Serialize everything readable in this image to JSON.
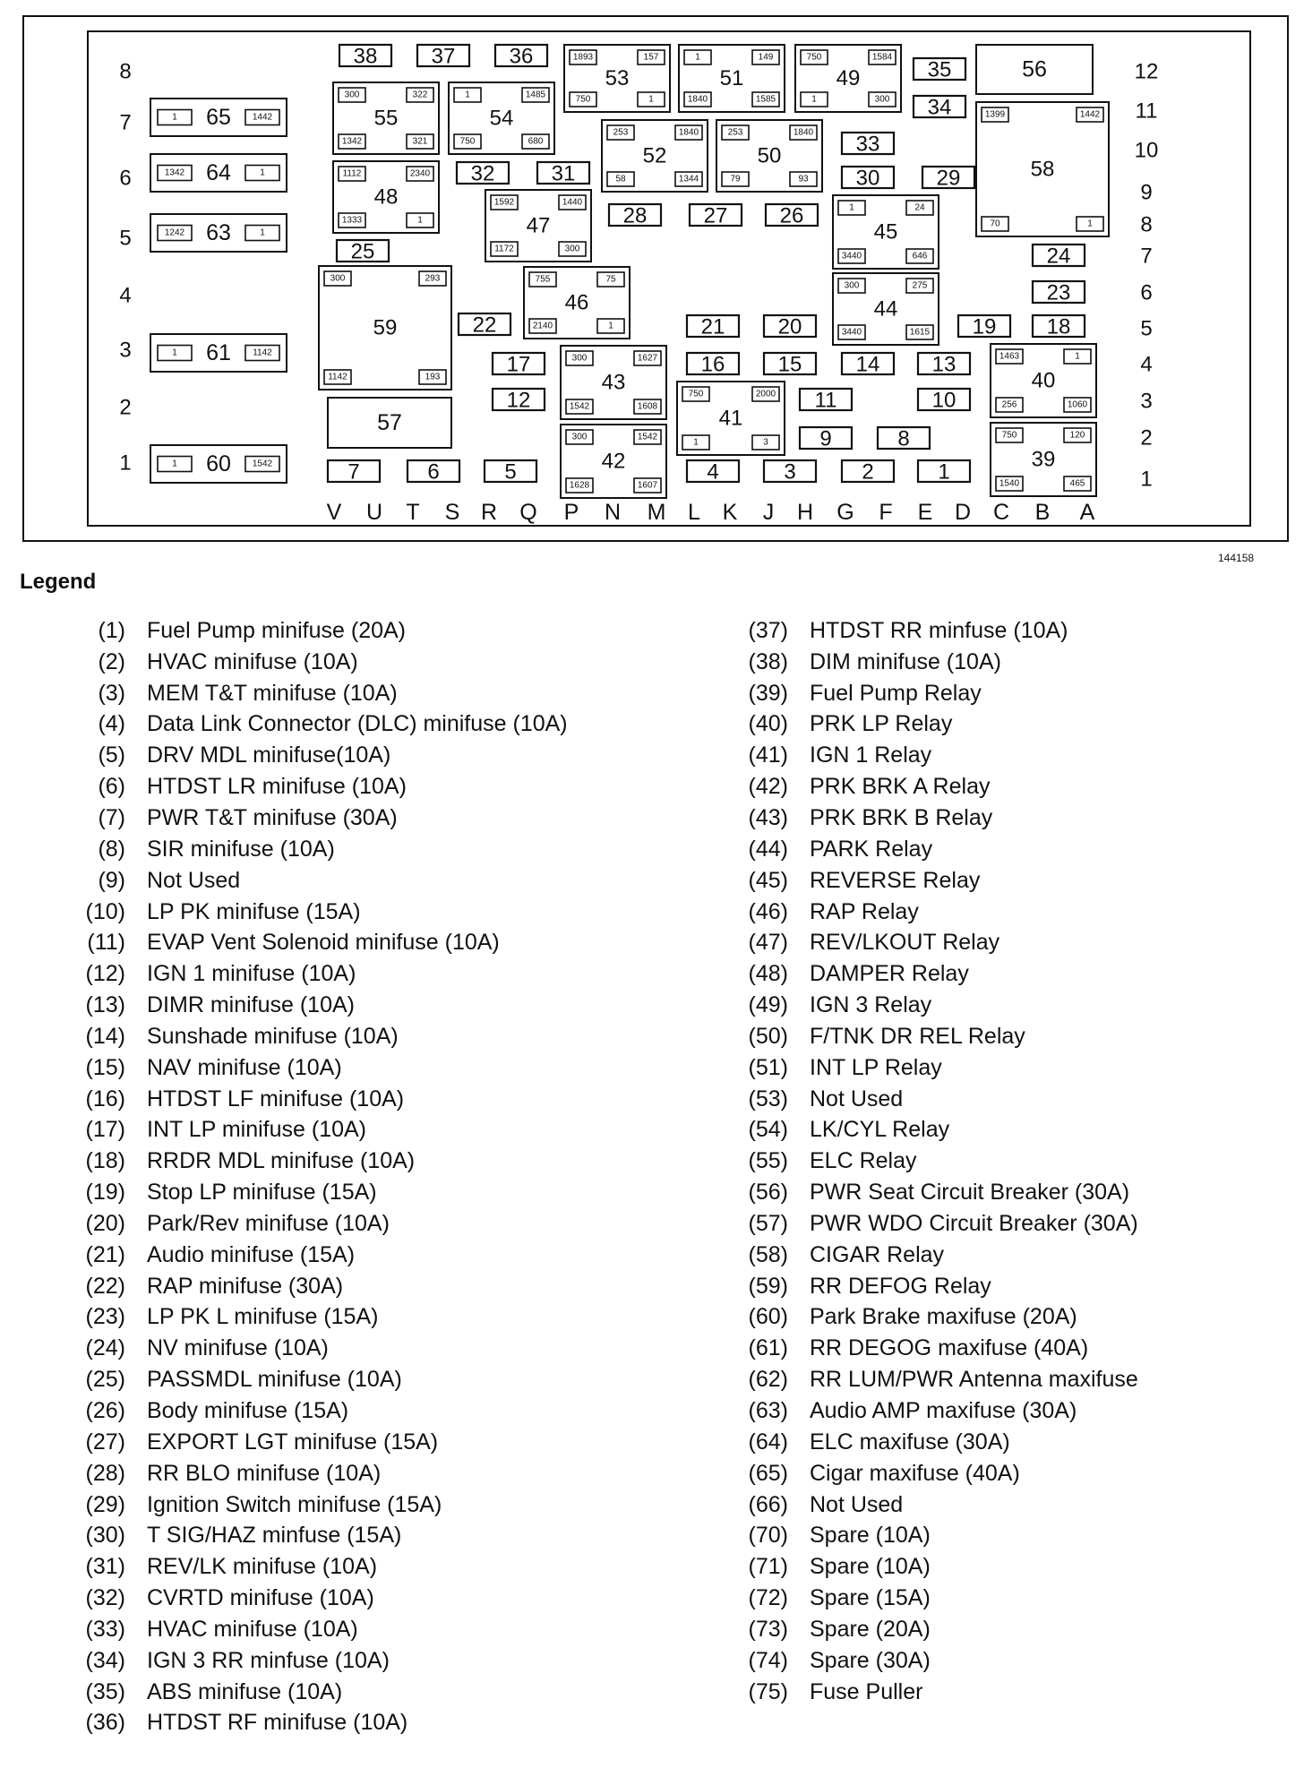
{
  "figure_id": "144158",
  "legend_title": "Legend",
  "row_labels_left": [
    "8",
    "7",
    "6",
    "5",
    "4",
    "3",
    "2",
    "1"
  ],
  "row_labels_right": [
    "12",
    "11",
    "10",
    "9",
    "8",
    "7",
    "6",
    "5",
    "4",
    "3",
    "2",
    "1"
  ],
  "column_labels": [
    "V",
    "U",
    "T",
    "S",
    "R",
    "Q",
    "P",
    "N",
    "M",
    "L",
    "K",
    "J",
    "H",
    "G",
    "F",
    "E",
    "D",
    "C",
    "B",
    "A"
  ],
  "relay_blocks": [
    {
      "id": "53",
      "corners": [
        "1893",
        "157",
        "750",
        "1"
      ]
    },
    {
      "id": "51",
      "corners": [
        "1",
        "149",
        "1840",
        "1585"
      ]
    },
    {
      "id": "49",
      "corners": [
        "750",
        "1584",
        "1",
        "300"
      ]
    },
    {
      "id": "55",
      "corners": [
        "300",
        "322",
        "1342",
        "321"
      ]
    },
    {
      "id": "54",
      "corners": [
        "1",
        "1485",
        "750",
        "680"
      ]
    },
    {
      "id": "52",
      "corners": [
        "253",
        "1840",
        "58",
        "1344"
      ]
    },
    {
      "id": "50",
      "corners": [
        "253",
        "1840",
        "79",
        "93"
      ]
    },
    {
      "id": "48",
      "corners": [
        "1112",
        "2340",
        "1333",
        "1"
      ]
    },
    {
      "id": "47",
      "corners": [
        "1592",
        "1440",
        "1172",
        "300"
      ]
    },
    {
      "id": "45",
      "corners": [
        "1",
        "24",
        "3440",
        "646"
      ]
    },
    {
      "id": "58",
      "corners": [
        "1399",
        "1442",
        "70",
        "1"
      ]
    },
    {
      "id": "46",
      "corners": [
        "755",
        "75",
        "2140",
        "1"
      ]
    },
    {
      "id": "44",
      "corners": [
        "300",
        "275",
        "3440",
        "1615"
      ]
    },
    {
      "id": "59",
      "corners": [
        "300",
        "293",
        "1142",
        "193"
      ]
    },
    {
      "id": "43",
      "corners": [
        "300",
        "1627",
        "1542",
        "1608"
      ]
    },
    {
      "id": "41",
      "corners": [
        "750",
        "2000",
        "1",
        "3"
      ]
    },
    {
      "id": "42",
      "corners": [
        "300",
        "1542",
        "1628",
        "1607"
      ]
    },
    {
      "id": "40",
      "corners": [
        "1463",
        "1",
        "256",
        "1060"
      ]
    },
    {
      "id": "39",
      "corners": [
        "750",
        "120",
        "1540",
        "465"
      ]
    }
  ],
  "maxi_fuses": [
    {
      "id": "65",
      "left": "1",
      "right": "1442"
    },
    {
      "id": "64",
      "left": "1342",
      "right": "1"
    },
    {
      "id": "63",
      "left": "1242",
      "right": "1"
    },
    {
      "id": "61",
      "left": "1",
      "right": "1142"
    },
    {
      "id": "60",
      "left": "1",
      "right": "1542"
    }
  ],
  "mini_fuses": [
    "38",
    "37",
    "36",
    "35",
    "34",
    "33",
    "32",
    "31",
    "30",
    "29",
    "28",
    "27",
    "26",
    "25",
    "24",
    "23",
    "22",
    "21",
    "20",
    "19",
    "18",
    "17",
    "16",
    "15",
    "14",
    "13",
    "12",
    "11",
    "10",
    "9",
    "8",
    "7",
    "6",
    "5",
    "4",
    "3",
    "2",
    "1"
  ],
  "breakers": [
    "56",
    "57"
  ],
  "legend": [
    {
      "num": "(1)",
      "label": "Fuel Pump minifuse (20A)"
    },
    {
      "num": "(2)",
      "label": "HVAC minifuse (10A)"
    },
    {
      "num": "(3)",
      "label": "MEM T&T minifuse (10A)"
    },
    {
      "num": "(4)",
      "label": "Data Link Connector (DLC) minifuse (10A)"
    },
    {
      "num": "(5)",
      "label": "DRV MDL minifuse(10A)"
    },
    {
      "num": "(6)",
      "label": "HTDST LR minifuse (10A)"
    },
    {
      "num": "(7)",
      "label": "PWR T&T minifuse (30A)"
    },
    {
      "num": "(8)",
      "label": "SIR minifuse (10A)"
    },
    {
      "num": "(9)",
      "label": "Not Used"
    },
    {
      "num": "(10)",
      "label": "LP PK minifuse (15A)"
    },
    {
      "num": "(11)",
      "label": "EVAP Vent Solenoid minifuse (10A)"
    },
    {
      "num": "(12)",
      "label": "IGN 1 minifuse (10A)"
    },
    {
      "num": "(13)",
      "label": "DIMR minifuse (10A)"
    },
    {
      "num": "(14)",
      "label": "Sunshade minifuse (10A)"
    },
    {
      "num": "(15)",
      "label": "NAV minifuse (10A)"
    },
    {
      "num": "(16)",
      "label": "HTDST LF minifuse (10A)"
    },
    {
      "num": "(17)",
      "label": "INT LP minifuse (10A)"
    },
    {
      "num": "(18)",
      "label": "RRDR MDL minifuse (10A)"
    },
    {
      "num": "(19)",
      "label": "Stop LP minifuse (15A)"
    },
    {
      "num": "(20)",
      "label": "Park/Rev minifuse (10A)"
    },
    {
      "num": "(21)",
      "label": "Audio minifuse (15A)"
    },
    {
      "num": "(22)",
      "label": "RAP minifuse (30A)"
    },
    {
      "num": "(23)",
      "label": "LP PK L minifuse (15A)"
    },
    {
      "num": "(24)",
      "label": "NV minifuse (10A)"
    },
    {
      "num": "(25)",
      "label": "PASSMDL minifuse (10A)"
    },
    {
      "num": "(26)",
      "label": "Body minifuse (15A)"
    },
    {
      "num": "(27)",
      "label": "EXPORT LGT minifuse (15A)"
    },
    {
      "num": "(28)",
      "label": "RR BLO minifuse (10A)"
    },
    {
      "num": "(29)",
      "label": "Ignition Switch minifuse (15A)"
    },
    {
      "num": "(30)",
      "label": "T SIG/HAZ minfuse (15A)"
    },
    {
      "num": "(31)",
      "label": "REV/LK minifuse (10A)"
    },
    {
      "num": "(32)",
      "label": "CVRTD minifuse (10A)"
    },
    {
      "num": "(33)",
      "label": "HVAC minifuse (10A)"
    },
    {
      "num": "(34)",
      "label": "IGN 3 RR minfuse (10A)"
    },
    {
      "num": "(35)",
      "label": "ABS minifuse (10A)"
    },
    {
      "num": "(36)",
      "label": "HTDST RF minifuse (10A)"
    },
    {
      "num": "(37)",
      "label": "HTDST RR minfuse (10A)"
    },
    {
      "num": "(38)",
      "label": "DIM minifuse (10A)"
    },
    {
      "num": "(39)",
      "label": "Fuel Pump Relay"
    },
    {
      "num": "(40)",
      "label": "PRK LP Relay"
    },
    {
      "num": "(41)",
      "label": "IGN 1 Relay"
    },
    {
      "num": "(42)",
      "label": "PRK BRK A Relay"
    },
    {
      "num": "(43)",
      "label": "PRK BRK B Relay"
    },
    {
      "num": "(44)",
      "label": "PARK Relay"
    },
    {
      "num": "(45)",
      "label": "REVERSE Relay"
    },
    {
      "num": "(46)",
      "label": "RAP Relay"
    },
    {
      "num": "(47)",
      "label": "REV/LKOUT Relay"
    },
    {
      "num": "(48)",
      "label": "DAMPER Relay"
    },
    {
      "num": "(49)",
      "label": "IGN 3 Relay"
    },
    {
      "num": "(50)",
      "label": "F/TNK DR REL Relay"
    },
    {
      "num": "(51)",
      "label": "INT LP Relay"
    },
    {
      "num": "(53)",
      "label": "Not Used"
    },
    {
      "num": "(54)",
      "label": "LK/CYL Relay"
    },
    {
      "num": "(55)",
      "label": "ELC Relay"
    },
    {
      "num": "(56)",
      "label": "PWR Seat Circuit Breaker (30A)"
    },
    {
      "num": "(57)",
      "label": "PWR WDO Circuit Breaker (30A)"
    },
    {
      "num": "(58)",
      "label": "CIGAR Relay"
    },
    {
      "num": "(59)",
      "label": "RR DEFOG Relay"
    },
    {
      "num": "(60)",
      "label": "Park Brake maxifuse (20A)"
    },
    {
      "num": "(61)",
      "label": "RR DEGOG maxifuse (40A)"
    },
    {
      "num": "(62)",
      "label": "RR LUM/PWR Antenna maxifuse"
    },
    {
      "num": "(63)",
      "label": "Audio AMP maxifuse (30A)"
    },
    {
      "num": "(64)",
      "label": "ELC maxifuse (30A)"
    },
    {
      "num": "(65)",
      "label": "Cigar maxifuse (40A)"
    },
    {
      "num": "(66)",
      "label": "Not Used"
    },
    {
      "num": "(70)",
      "label": "Spare (10A)"
    },
    {
      "num": "(71)",
      "label": "Spare (10A)"
    },
    {
      "num": "(72)",
      "label": "Spare (15A)"
    },
    {
      "num": "(73)",
      "label": "Spare (20A)"
    },
    {
      "num": "(74)",
      "label": "Spare (30A)"
    },
    {
      "num": "(75)",
      "label": "Fuse Puller"
    }
  ]
}
